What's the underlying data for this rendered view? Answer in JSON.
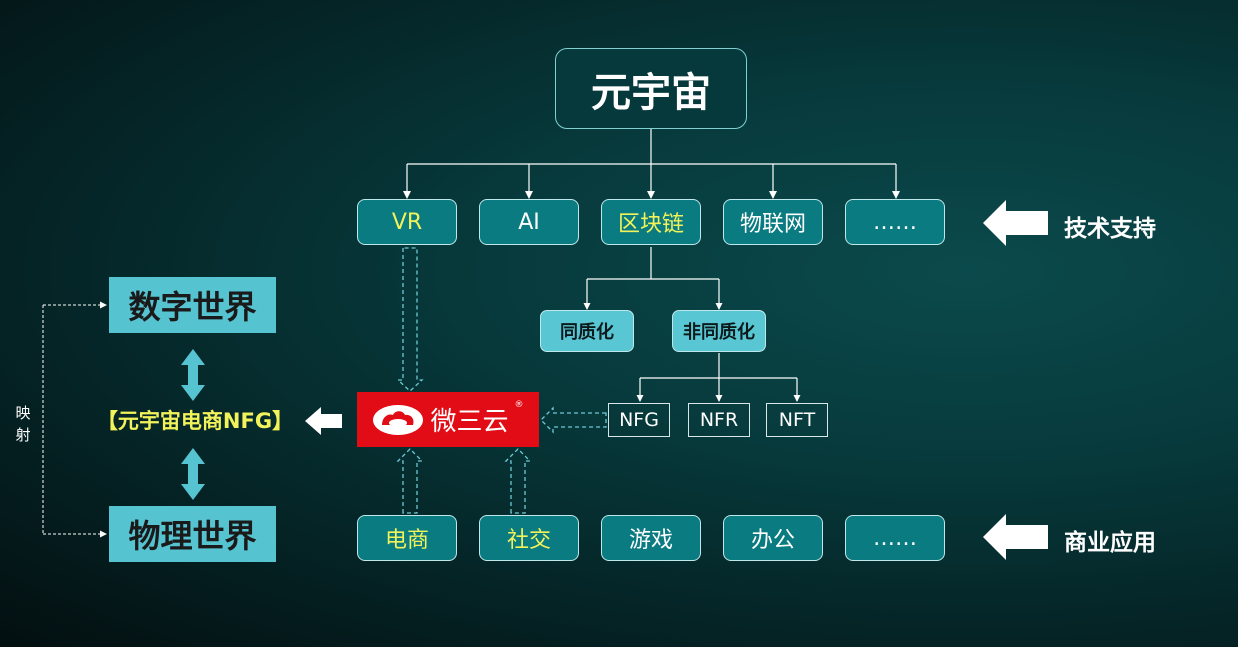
{
  "root": "元宇宙",
  "tech": [
    "VR",
    "AI",
    "区块链",
    "物联网",
    "……"
  ],
  "tech_label": "技术支持",
  "blockchain_types": [
    "同质化",
    "非同质化"
  ],
  "nf_types": [
    "NFG",
    "NFR",
    "NFT"
  ],
  "business": [
    "电商",
    "社交",
    "游戏",
    "办公",
    "……"
  ],
  "business_label": "商业应用",
  "digital_world": "数字世界",
  "physical_world": "物理世界",
  "center_label": "【元宇宙电商NFG】",
  "mapping": "映射",
  "logo_text": "微三云",
  "logo_mark": "®",
  "colors": {
    "highlight": "#f2f25a",
    "box_teal": "#0a7b80",
    "light_teal": "#58c7d3",
    "logo_red": "#e10c15"
  }
}
